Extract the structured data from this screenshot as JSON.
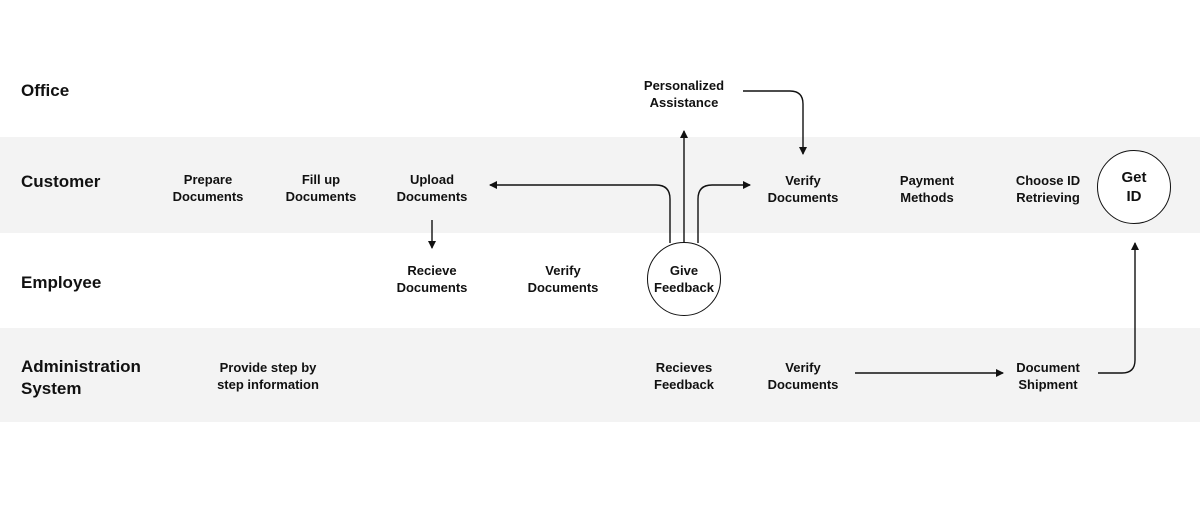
{
  "lanes": {
    "office": "Office",
    "customer": "Customer",
    "employee": "Employee",
    "admin": "Administration\nSystem"
  },
  "nodes": {
    "personalized_assistance": "Personalized\nAssistance",
    "prepare_documents": "Prepare\nDocuments",
    "fill_up_documents": "Fill up\nDocuments",
    "upload_documents": "Upload\nDocuments",
    "verify_documents_customer": "Verify\nDocuments",
    "payment_methods": "Payment\nMethods",
    "choose_id_retrieving": "Choose ID\nRetrieving",
    "get_id": "Get\nID",
    "recieve_documents": "Recieve\nDocuments",
    "verify_documents_employee": "Verify\nDocuments",
    "give_feedback": "Give\nFeedback",
    "provide_step_info": "Provide step by\nstep information",
    "recieves_feedback": "Recieves\nFeedback",
    "verify_documents_admin": "Verify\nDocuments",
    "document_shipment": "Document\nShipment"
  },
  "colors": {
    "lane_shade": "#f3f3f3",
    "line": "#111111"
  }
}
